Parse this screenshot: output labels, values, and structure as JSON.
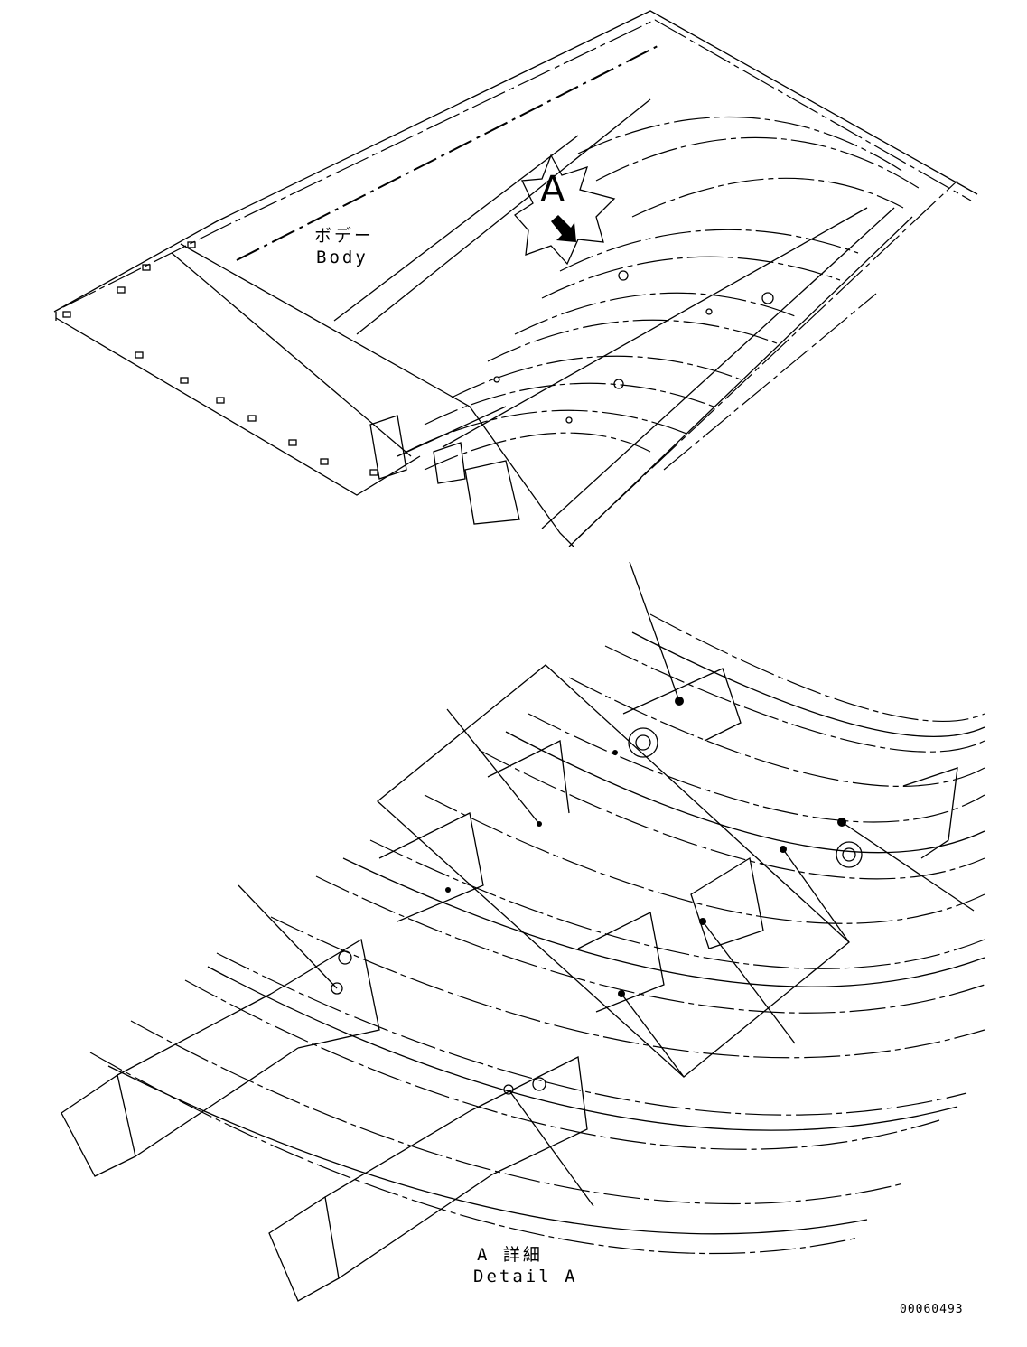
{
  "overview": {
    "body_label_ja": "ボデー",
    "body_label_en": "Body",
    "callout_letter": "A"
  },
  "detail": {
    "title_ja": "A 詳細",
    "title_en": "Detail A"
  },
  "drawing_number": "00060493"
}
